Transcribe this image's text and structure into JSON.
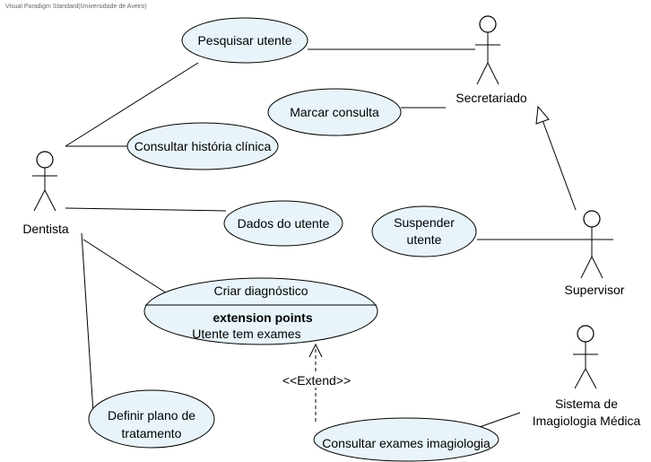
{
  "watermark": "Visual Paradigm Standard(Universidade de Aveiro)",
  "actors": {
    "dentista": "Dentista",
    "secretariado": "Secretariado",
    "supervisor": "Supervisor",
    "imagiologia_line1": "Sistema de",
    "imagiologia_line2": "Imagiologia Médica"
  },
  "use_cases": {
    "pesquisar_utente": "Pesquisar utente",
    "marcar_consulta": "Marcar consulta",
    "consultar_historia": "Consultar história clínica",
    "dados_utente": "Dados do utente",
    "suspender_line1": "Suspender",
    "suspender_line2": "utente",
    "criar_diagnostico": "Criar diagnóstico",
    "extension_points_title": "extension points",
    "extension_point_1": "Utente tem exames",
    "definir_line1": "Definir plano de",
    "definir_line2": "tratamento",
    "consultar_exames": "Consultar exames imagiologia"
  },
  "relations": {
    "extend_label": "<<Extend>>"
  }
}
